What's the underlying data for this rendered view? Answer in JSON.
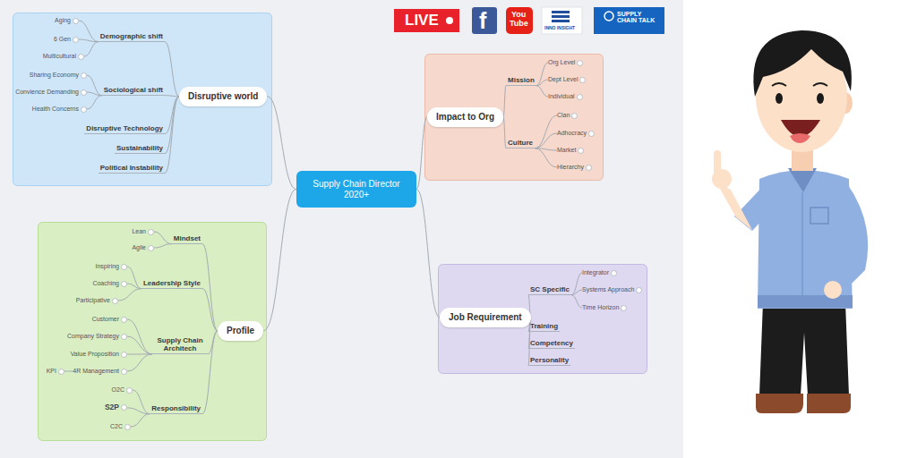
{
  "diagram": {
    "nodes": [
      {
        "text": [
          "Supply Chain Director 2020+"
        ]
      },
      {
        "text": [
          "Disruptive world"
        ]
      },
      {
        "text": [
          "Demographic shift"
        ]
      },
      {
        "text": [
          "Aging"
        ]
      },
      {
        "text": [
          "6 Gen"
        ]
      },
      {
        "text": [
          "Multicultural"
        ]
      },
      {
        "text": [
          "Sociological shift"
        ]
      },
      {
        "text": [
          "Sharing Economy"
        ]
      },
      {
        "text": [
          "Convience Demanding"
        ]
      },
      {
        "text": [
          "Health Concerns"
        ]
      },
      {
        "text": [
          "Disruptive Technology"
        ]
      },
      {
        "text": [
          "Sustainability"
        ]
      },
      {
        "text": [
          "Political Instability"
        ]
      },
      {
        "text": [
          "Impact to Org"
        ]
      },
      {
        "text": [
          "Mission"
        ]
      },
      {
        "text": [
          "Org Level"
        ]
      },
      {
        "text": [
          "Dept Level"
        ]
      },
      {
        "text": [
          "Individual"
        ]
      },
      {
        "text": [
          "Culture"
        ]
      },
      {
        "text": [
          "Clan"
        ]
      },
      {
        "text": [
          "Adhocracy"
        ]
      },
      {
        "text": [
          "Market"
        ]
      },
      {
        "text": [
          "Hierarchy"
        ]
      },
      {
        "text": [
          "Profile"
        ]
      },
      {
        "text": [
          "Mindset"
        ]
      },
      {
        "text": [
          "Lean"
        ]
      },
      {
        "text": [
          "Agile"
        ]
      },
      {
        "text": [
          "Leadership Style"
        ]
      },
      {
        "text": [
          "Inspiring"
        ]
      },
      {
        "text": [
          "Coaching"
        ]
      },
      {
        "text": [
          "Participative"
        ]
      },
      {
        "text": [
          "Supply Chain Architech"
        ]
      },
      {
        "text": [
          "Customer"
        ]
      },
      {
        "text": [
          "Company Strategy"
        ]
      },
      {
        "text": [
          "Value Proposition"
        ]
      },
      {
        "text": [
          "4R Management"
        ]
      },
      {
        "text": [
          "KPI"
        ]
      },
      {
        "text": [
          "Responsibility"
        ]
      },
      {
        "text": [
          "O2C"
        ]
      },
      {
        "text": [
          "S2P"
        ]
      },
      {
        "text": [
          "C2C"
        ]
      },
      {
        "text": [
          "Job Requirement"
        ]
      },
      {
        "text": [
          "SC Specific"
        ]
      },
      {
        "text": [
          "Integrator"
        ]
      },
      {
        "text": [
          "Systems Approach"
        ]
      },
      {
        "text": [
          "Time Horizon"
        ]
      },
      {
        "text": [
          "Training"
        ]
      },
      {
        "text": [
          "Competency"
        ]
      },
      {
        "text": [
          "Personality"
        ]
      }
    ],
    "edges": [
      {
        "from": 0,
        "to": 1,
        "arrow": "none"
      },
      {
        "from": 1,
        "to": 2,
        "arrow": "none"
      },
      {
        "from": 2,
        "to": 3,
        "arrow": "none"
      },
      {
        "from": 2,
        "to": 4,
        "arrow": "none"
      },
      {
        "from": 2,
        "to": 5,
        "arrow": "none"
      },
      {
        "from": 1,
        "to": 6,
        "arrow": "none"
      },
      {
        "from": 6,
        "to": 7,
        "arrow": "none"
      },
      {
        "from": 6,
        "to": 8,
        "arrow": "none"
      },
      {
        "from": 6,
        "to": 9,
        "arrow": "none"
      },
      {
        "from": 1,
        "to": 10,
        "arrow": "none"
      },
      {
        "from": 1,
        "to": 11,
        "arrow": "none"
      },
      {
        "from": 1,
        "to": 12,
        "arrow": "none"
      },
      {
        "from": 0,
        "to": 13,
        "arrow": "none"
      },
      {
        "from": 13,
        "to": 14,
        "arrow": "none"
      },
      {
        "from": 14,
        "to": 15,
        "arrow": "none"
      },
      {
        "from": 14,
        "to": 16,
        "arrow": "none"
      },
      {
        "from": 14,
        "to": 17,
        "arrow": "none"
      },
      {
        "from": 13,
        "to": 18,
        "arrow": "none"
      },
      {
        "from": 18,
        "to": 19,
        "arrow": "none"
      },
      {
        "from": 18,
        "to": 20,
        "arrow": "none"
      },
      {
        "from": 18,
        "to": 21,
        "arrow": "none"
      },
      {
        "from": 18,
        "to": 22,
        "arrow": "none"
      },
      {
        "from": 0,
        "to": 23,
        "arrow": "none"
      },
      {
        "from": 23,
        "to": 24,
        "arrow": "none"
      },
      {
        "from": 24,
        "to": 25,
        "arrow": "none"
      },
      {
        "from": 24,
        "to": 26,
        "arrow": "none"
      },
      {
        "from": 23,
        "to": 27,
        "arrow": "none"
      },
      {
        "from": 27,
        "to": 28,
        "arrow": "none"
      },
      {
        "from": 27,
        "to": 29,
        "arrow": "none"
      },
      {
        "from": 27,
        "to": 30,
        "arrow": "none"
      },
      {
        "from": 23,
        "to": 31,
        "arrow": "none"
      },
      {
        "from": 31,
        "to": 32,
        "arrow": "none"
      },
      {
        "from": 31,
        "to": 33,
        "arrow": "none"
      },
      {
        "from": 31,
        "to": 34,
        "arrow": "none"
      },
      {
        "from": 31,
        "to": 35,
        "arrow": "none"
      },
      {
        "from": 35,
        "to": 36,
        "arrow": "none"
      },
      {
        "from": 23,
        "to": 37,
        "arrow": "none"
      },
      {
        "from": 37,
        "to": 38,
        "arrow": "none"
      },
      {
        "from": 37,
        "to": 39,
        "arrow": "none"
      },
      {
        "from": 37,
        "to": 40,
        "arrow": "none"
      },
      {
        "from": 0,
        "to": 41,
        "arrow": "none"
      },
      {
        "from": 41,
        "to": 42,
        "arrow": "none"
      },
      {
        "from": 42,
        "to": 43,
        "arrow": "none"
      },
      {
        "from": 42,
        "to": 44,
        "arrow": "none"
      },
      {
        "from": 42,
        "to": 45,
        "arrow": "none"
      },
      {
        "from": 41,
        "to": 46,
        "arrow": "none"
      },
      {
        "from": 41,
        "to": 47,
        "arrow": "none"
      },
      {
        "from": 41,
        "to": 48,
        "arrow": "none"
      }
    ],
    "labels": [
      "LIVE",
      "f",
      "You",
      "Tube",
      "INNO INSIGHT",
      "SUPPLY CHAIN TALK"
    ]
  }
}
